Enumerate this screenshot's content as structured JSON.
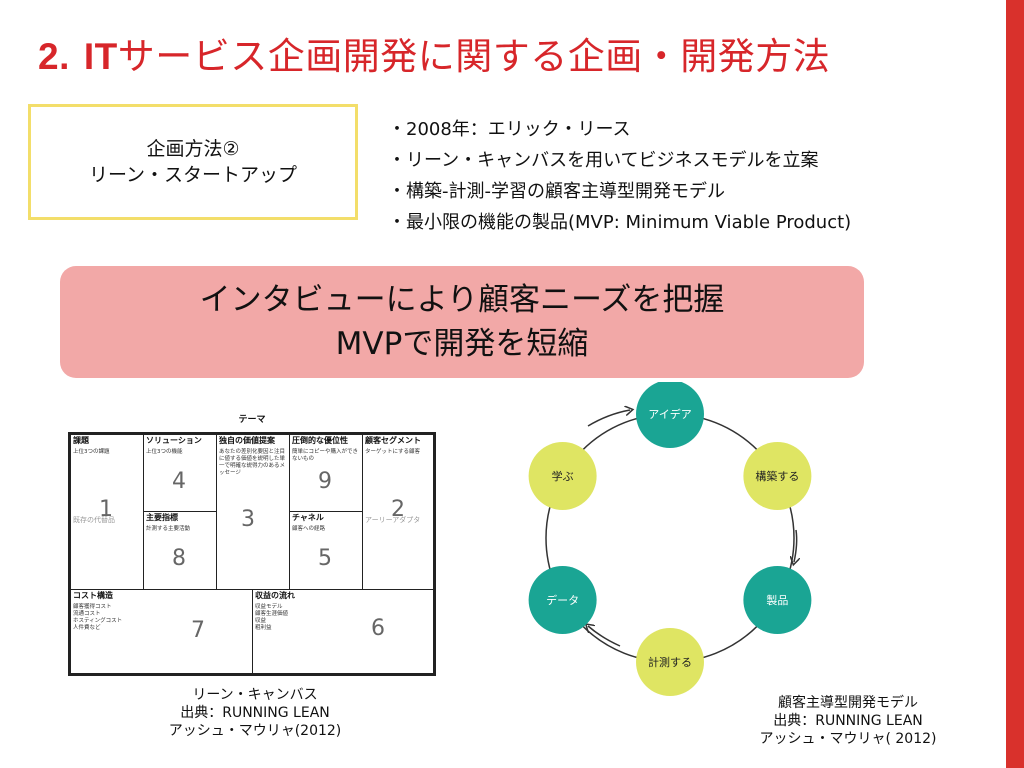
{
  "title": {
    "number": "2.",
    "it": "IT",
    "rest": "サービス企画開発に関する企画・開発方法"
  },
  "method_box": {
    "line1": "企画方法②",
    "line2": "リーン・スタートアップ"
  },
  "bullets": [
    "・2008年：エリック・リース",
    "・リーン・キャンバスを用いてビジネスモデルを立案",
    "・構築-計測-学習の顧客主導型開発モデル",
    "・最小限の機能の製品(MVP: Minimum Viable Product)"
  ],
  "highlight": {
    "line1": "インタビューにより顧客ニーズを把握",
    "line2": "MVPで開発を短縮"
  },
  "canvas": {
    "theme": "テーマ",
    "cells": {
      "problem": {
        "header": "課題",
        "sub": "上位3つの課題",
        "number": "1",
        "side": "既存の代替品"
      },
      "solution": {
        "header": "ソリューション",
        "sub": "上位3つの機能",
        "number": "4"
      },
      "key_metrics": {
        "header": "主要指標",
        "sub": "計測する主要活動",
        "number": "8"
      },
      "uvp": {
        "header": "独自の価値提案",
        "sub": "あなたの差別化要因と注目に値する価値を説明した単一で明確な説得力のあるメッセージ",
        "number": "3"
      },
      "unfair": {
        "header": "圧倒的な優位性",
        "sub": "簡単にコピーや購入ができないもの",
        "number": "9"
      },
      "channels": {
        "header": "チャネル",
        "sub": "顧客への経路",
        "number": "5"
      },
      "segments": {
        "header": "顧客セグメント",
        "sub": "ターゲットにする顧客",
        "number": "2",
        "side": "アーリーアダプタ"
      },
      "cost": {
        "header": "コスト構造",
        "sub": "顧客獲得コスト\n流通コスト\nホスティングコスト\n人件費など",
        "number": "7"
      },
      "revenue": {
        "header": "収益の流れ",
        "sub": "収益モデル\n顧客生涯価値\n収益\n粗利益",
        "number": "6"
      }
    }
  },
  "canvas_caption": {
    "line1": "リーン・キャンバス",
    "line2": "出典：RUNNING LEAN",
    "line3": "アッシュ・マウリャ(2012)"
  },
  "cycle": {
    "nodes": [
      {
        "label": "アイデア",
        "color": "#1aa594"
      },
      {
        "label": "構築する",
        "color": "#dfe563"
      },
      {
        "label": "製品",
        "color": "#1aa594"
      },
      {
        "label": "計測する",
        "color": "#dfe563"
      },
      {
        "label": "データ",
        "color": "#1aa594"
      },
      {
        "label": "学ぶ",
        "color": "#dfe563"
      }
    ]
  },
  "cycle_caption": {
    "line1": "顧客主導型開発モデル",
    "line2": "出典：RUNNING LEAN",
    "line3": "アッシュ・マウリャ( 2012)"
  },
  "colors": {
    "accent_red": "#d7262a",
    "box_yellow": "#f3de6a",
    "highlight_pink": "#f2a8a7"
  }
}
